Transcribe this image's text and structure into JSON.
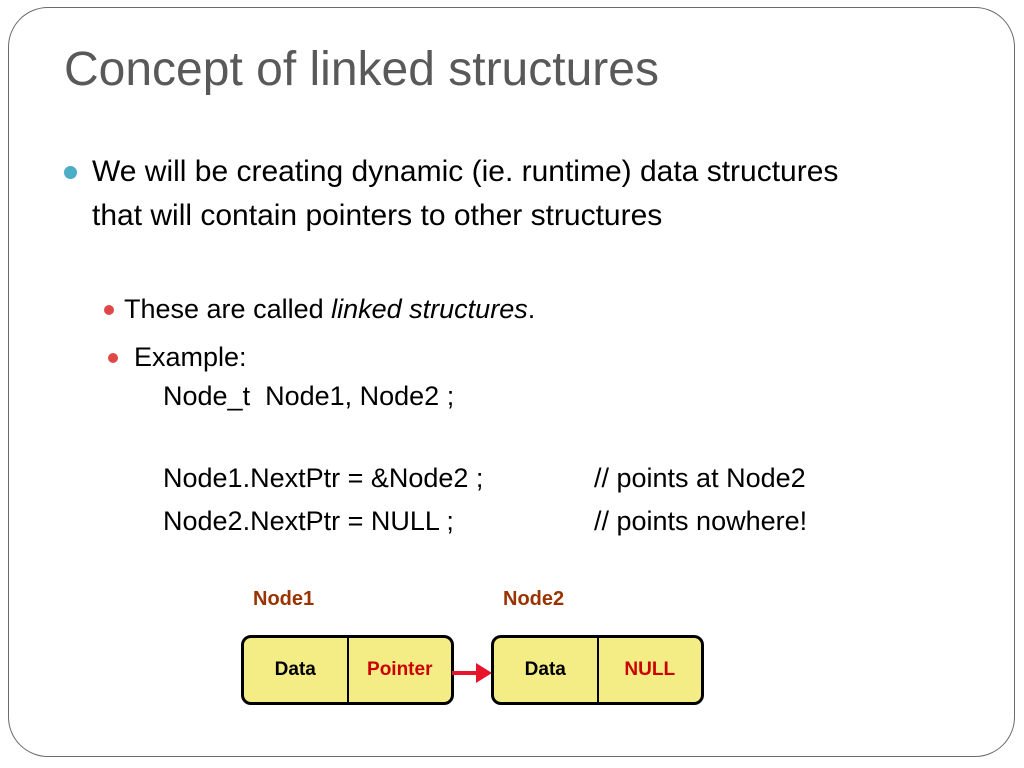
{
  "slide": {
    "title": "Concept of linked structures",
    "bullet_main": "We will be creating dynamic (ie. runtime) data structures that will contain pointers to other structures",
    "sub_bullet_1": {
      "prefix": "These are called ",
      "emphasis": "linked structures",
      "suffix": "."
    },
    "sub_bullet_2": "Example:",
    "code": {
      "line1": "Node_t  Node1, Node2 ;",
      "line2_code": "Node1.NextPtr = &Node2 ;",
      "line2_comment": "// points at Node2",
      "line3_code": "Node2.NextPtr = NULL ;",
      "line3_comment": "// points nowhere!"
    }
  },
  "diagram": {
    "node1": {
      "label": "Node1",
      "left": "Data",
      "right": "Pointer"
    },
    "node2": {
      "label": "Node2",
      "left": "Data",
      "right": "NULL"
    }
  },
  "colors": {
    "title_text": "#595959",
    "bullet_l1": "#4badc6",
    "bullet_l2": "#e04848",
    "node_fill": "#f4ec84",
    "node_label": "#993300",
    "pointer_text": "#cc0000",
    "arrow": "#e8142c"
  }
}
